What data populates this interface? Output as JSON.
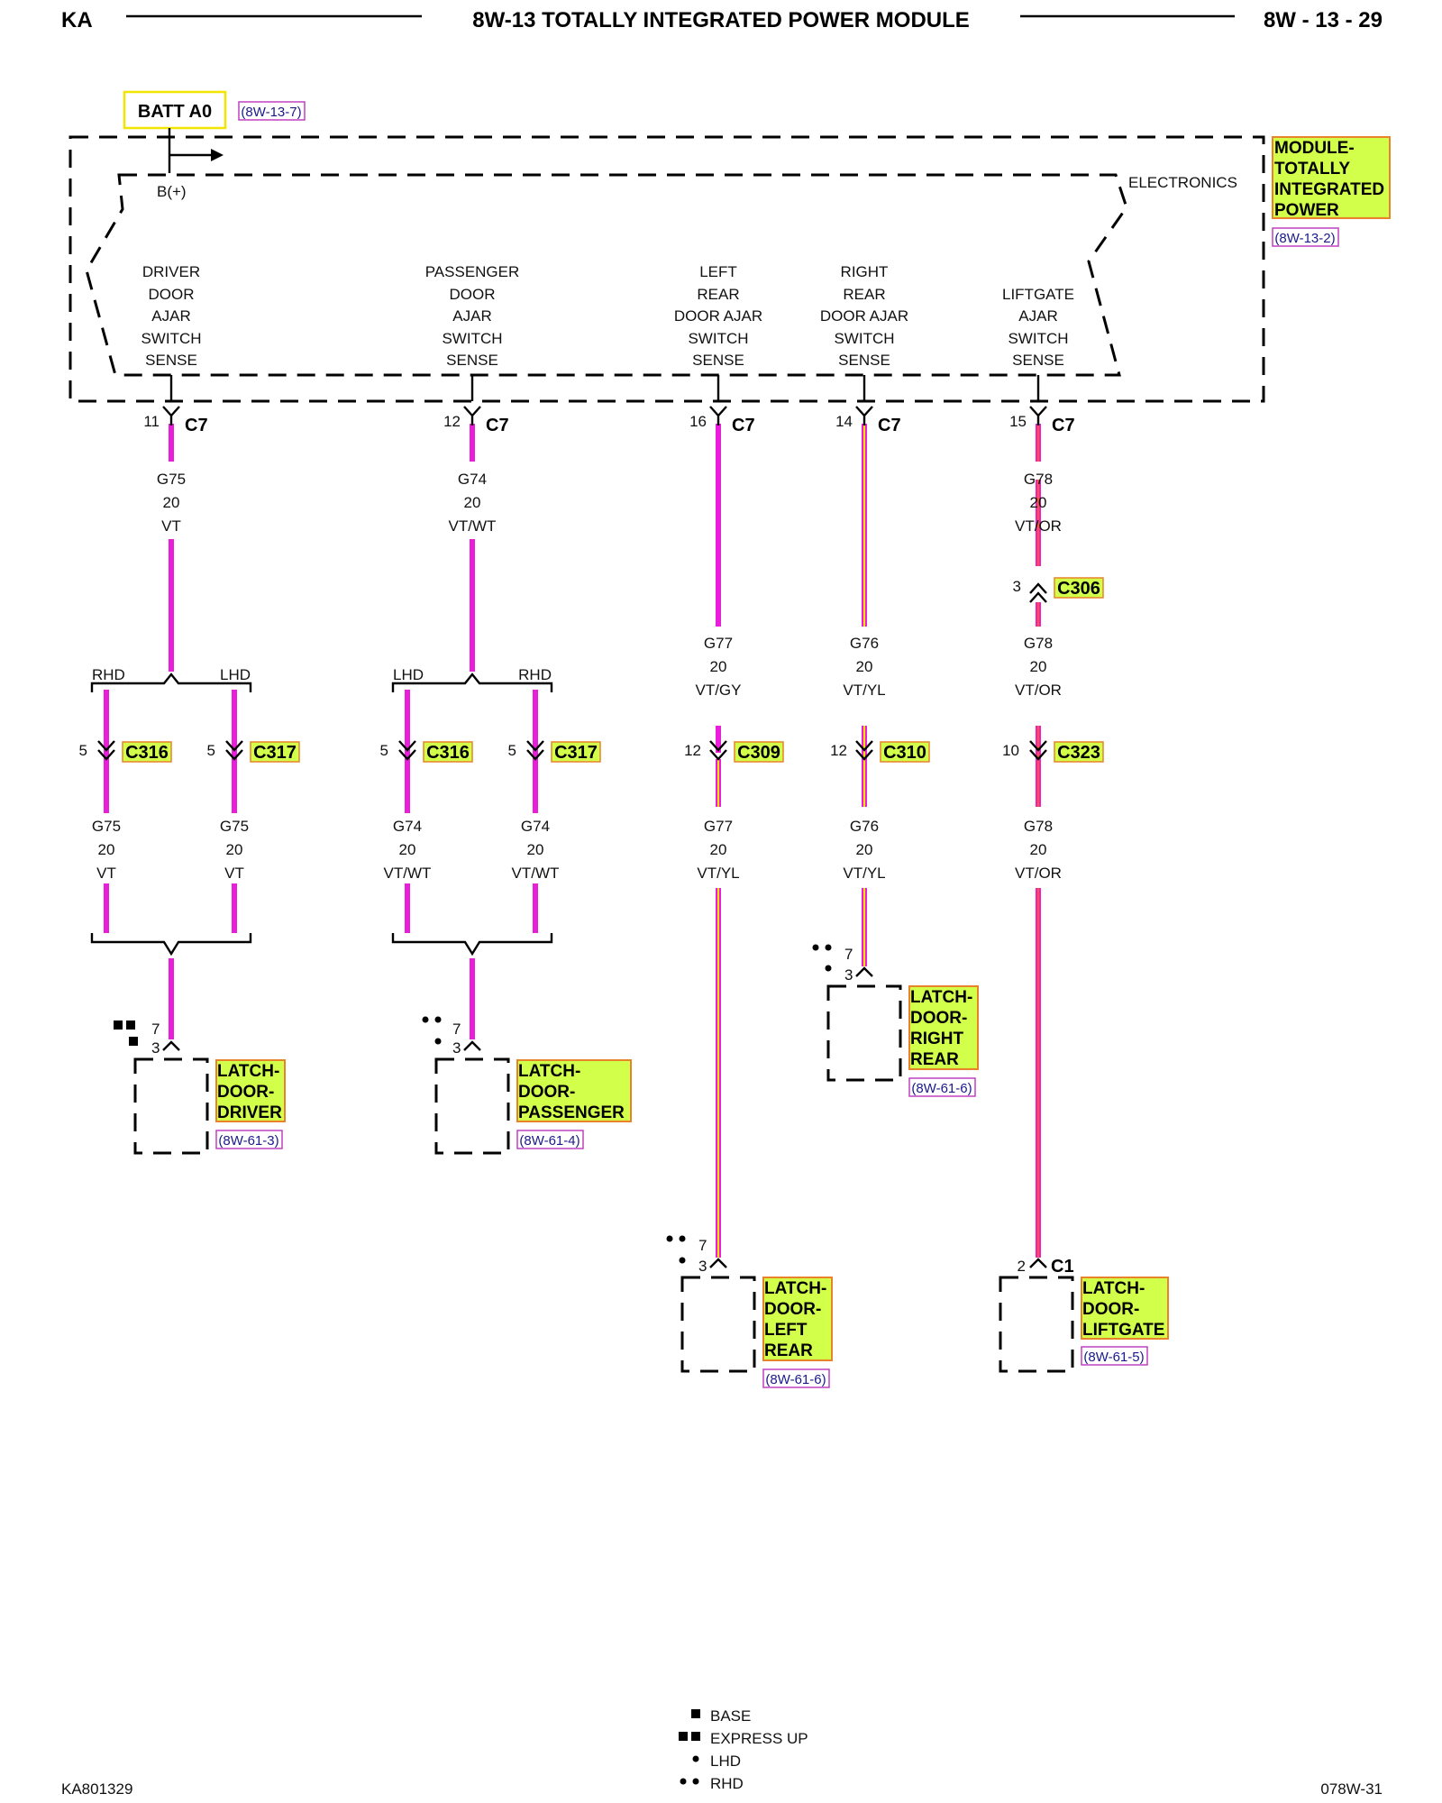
{
  "header": {
    "left": "KA",
    "title": "8W-13 TOTALLY INTEGRATED POWER MODULE",
    "right": "8W - 13 - 29"
  },
  "footer": {
    "left": "KA801329",
    "right": "078W-31"
  },
  "batt": {
    "label": "BATT A0",
    "ref": "(8W-13-7)",
    "b_plus": "B(+)"
  },
  "module": {
    "name_lines": [
      "MODULE-",
      "TOTALLY",
      "INTEGRATED",
      "POWER"
    ],
    "ref": "(8W-13-2)",
    "electronics": "ELECTRONICS"
  },
  "legend": {
    "base": "BASE",
    "express_up": "EXPRESS UP",
    "lhd": "LHD",
    "rhd": "RHD"
  },
  "colors": {
    "violet": "#e81ed8",
    "white": "#ffffff",
    "gray": "#b0b0b0",
    "yellow": "#f2e600",
    "orange": "#ff5a1a",
    "highlight": "#d2ff4a",
    "highlight_border": "#e8832a"
  },
  "circuits": [
    {
      "id": "driver",
      "sense_lines": [
        "DRIVER",
        "DOOR",
        "AJAR",
        "SWITCH",
        "SENSE"
      ],
      "pin": "11",
      "connector": "C7",
      "wire": {
        "code": "G75",
        "gauge": "20",
        "color": "VT"
      },
      "split": {
        "left": "RHD",
        "right": "LHD"
      },
      "branches": [
        {
          "pin": "5",
          "connector": "C316",
          "wire": {
            "code": "G75",
            "gauge": "20",
            "color": "VT"
          }
        },
        {
          "pin": "5",
          "connector": "C317",
          "wire": {
            "code": "G75",
            "gauge": "20",
            "color": "VT"
          }
        }
      ],
      "latch": {
        "pins": [
          "7",
          "3"
        ],
        "name_lines": [
          "LATCH-",
          "DOOR-",
          "DRIVER"
        ],
        "ref": "(8W-61-3)"
      }
    },
    {
      "id": "passenger",
      "sense_lines": [
        "PASSENGER",
        "DOOR",
        "AJAR",
        "SWITCH",
        "SENSE"
      ],
      "pin": "12",
      "connector": "C7",
      "wire": {
        "code": "G74",
        "gauge": "20",
        "color": "VT/WT"
      },
      "split": {
        "left": "LHD",
        "right": "RHD"
      },
      "branches": [
        {
          "pin": "5",
          "connector": "C316",
          "wire": {
            "code": "G74",
            "gauge": "20",
            "color": "VT/WT"
          }
        },
        {
          "pin": "5",
          "connector": "C317",
          "wire": {
            "code": "G74",
            "gauge": "20",
            "color": "VT/WT"
          }
        }
      ],
      "latch": {
        "pins": [
          "7",
          "3"
        ],
        "name_lines": [
          "LATCH-",
          "DOOR-",
          "PASSENGER"
        ],
        "ref": "(8W-61-4)"
      }
    },
    {
      "id": "left-rear",
      "sense_lines": [
        "LEFT",
        "REAR",
        "DOOR AJAR",
        "SWITCH",
        "SENSE"
      ],
      "pin": "16",
      "connector": "C7",
      "wire_mid": {
        "code": "G77",
        "gauge": "20",
        "color": "VT/GY"
      },
      "inline": {
        "pin": "12",
        "connector": "C309"
      },
      "wire_low": {
        "code": "G77",
        "gauge": "20",
        "color": "VT/YL"
      },
      "latch": {
        "pins": [
          "7",
          "3"
        ],
        "name_lines": [
          "LATCH-",
          "DOOR-",
          "LEFT",
          "REAR"
        ],
        "ref": "(8W-61-6)"
      }
    },
    {
      "id": "right-rear",
      "sense_lines": [
        "RIGHT",
        "REAR",
        "DOOR AJAR",
        "SWITCH",
        "SENSE"
      ],
      "pin": "14",
      "connector": "C7",
      "wire_mid": {
        "code": "G76",
        "gauge": "20",
        "color": "VT/YL"
      },
      "inline": {
        "pin": "12",
        "connector": "C310"
      },
      "wire_low": {
        "code": "G76",
        "gauge": "20",
        "color": "VT/YL"
      },
      "latch": {
        "pins": [
          "7",
          "3"
        ],
        "name_lines": [
          "LATCH-",
          "DOOR-",
          "RIGHT",
          "REAR"
        ],
        "ref": "(8W-61-6)"
      }
    },
    {
      "id": "liftgate",
      "sense_lines": [
        "LIFTGATE",
        "AJAR",
        "SWITCH",
        "SENSE"
      ],
      "pin": "15",
      "connector": "C7",
      "wire": {
        "code": "G78",
        "gauge": "20",
        "color": "VT/OR"
      },
      "inline_upper": {
        "pin": "3",
        "connector": "C306"
      },
      "wire_mid": {
        "code": "G78",
        "gauge": "20",
        "color": "VT/OR"
      },
      "inline": {
        "pin": "10",
        "connector": "C323"
      },
      "wire_low": {
        "code": "G78",
        "gauge": "20",
        "color": "VT/OR"
      },
      "latch": {
        "pins": [
          "2"
        ],
        "connector": "C1",
        "name_lines": [
          "LATCH-",
          "DOOR-",
          "LIFTGATE"
        ],
        "ref": "(8W-61-5)"
      }
    }
  ]
}
